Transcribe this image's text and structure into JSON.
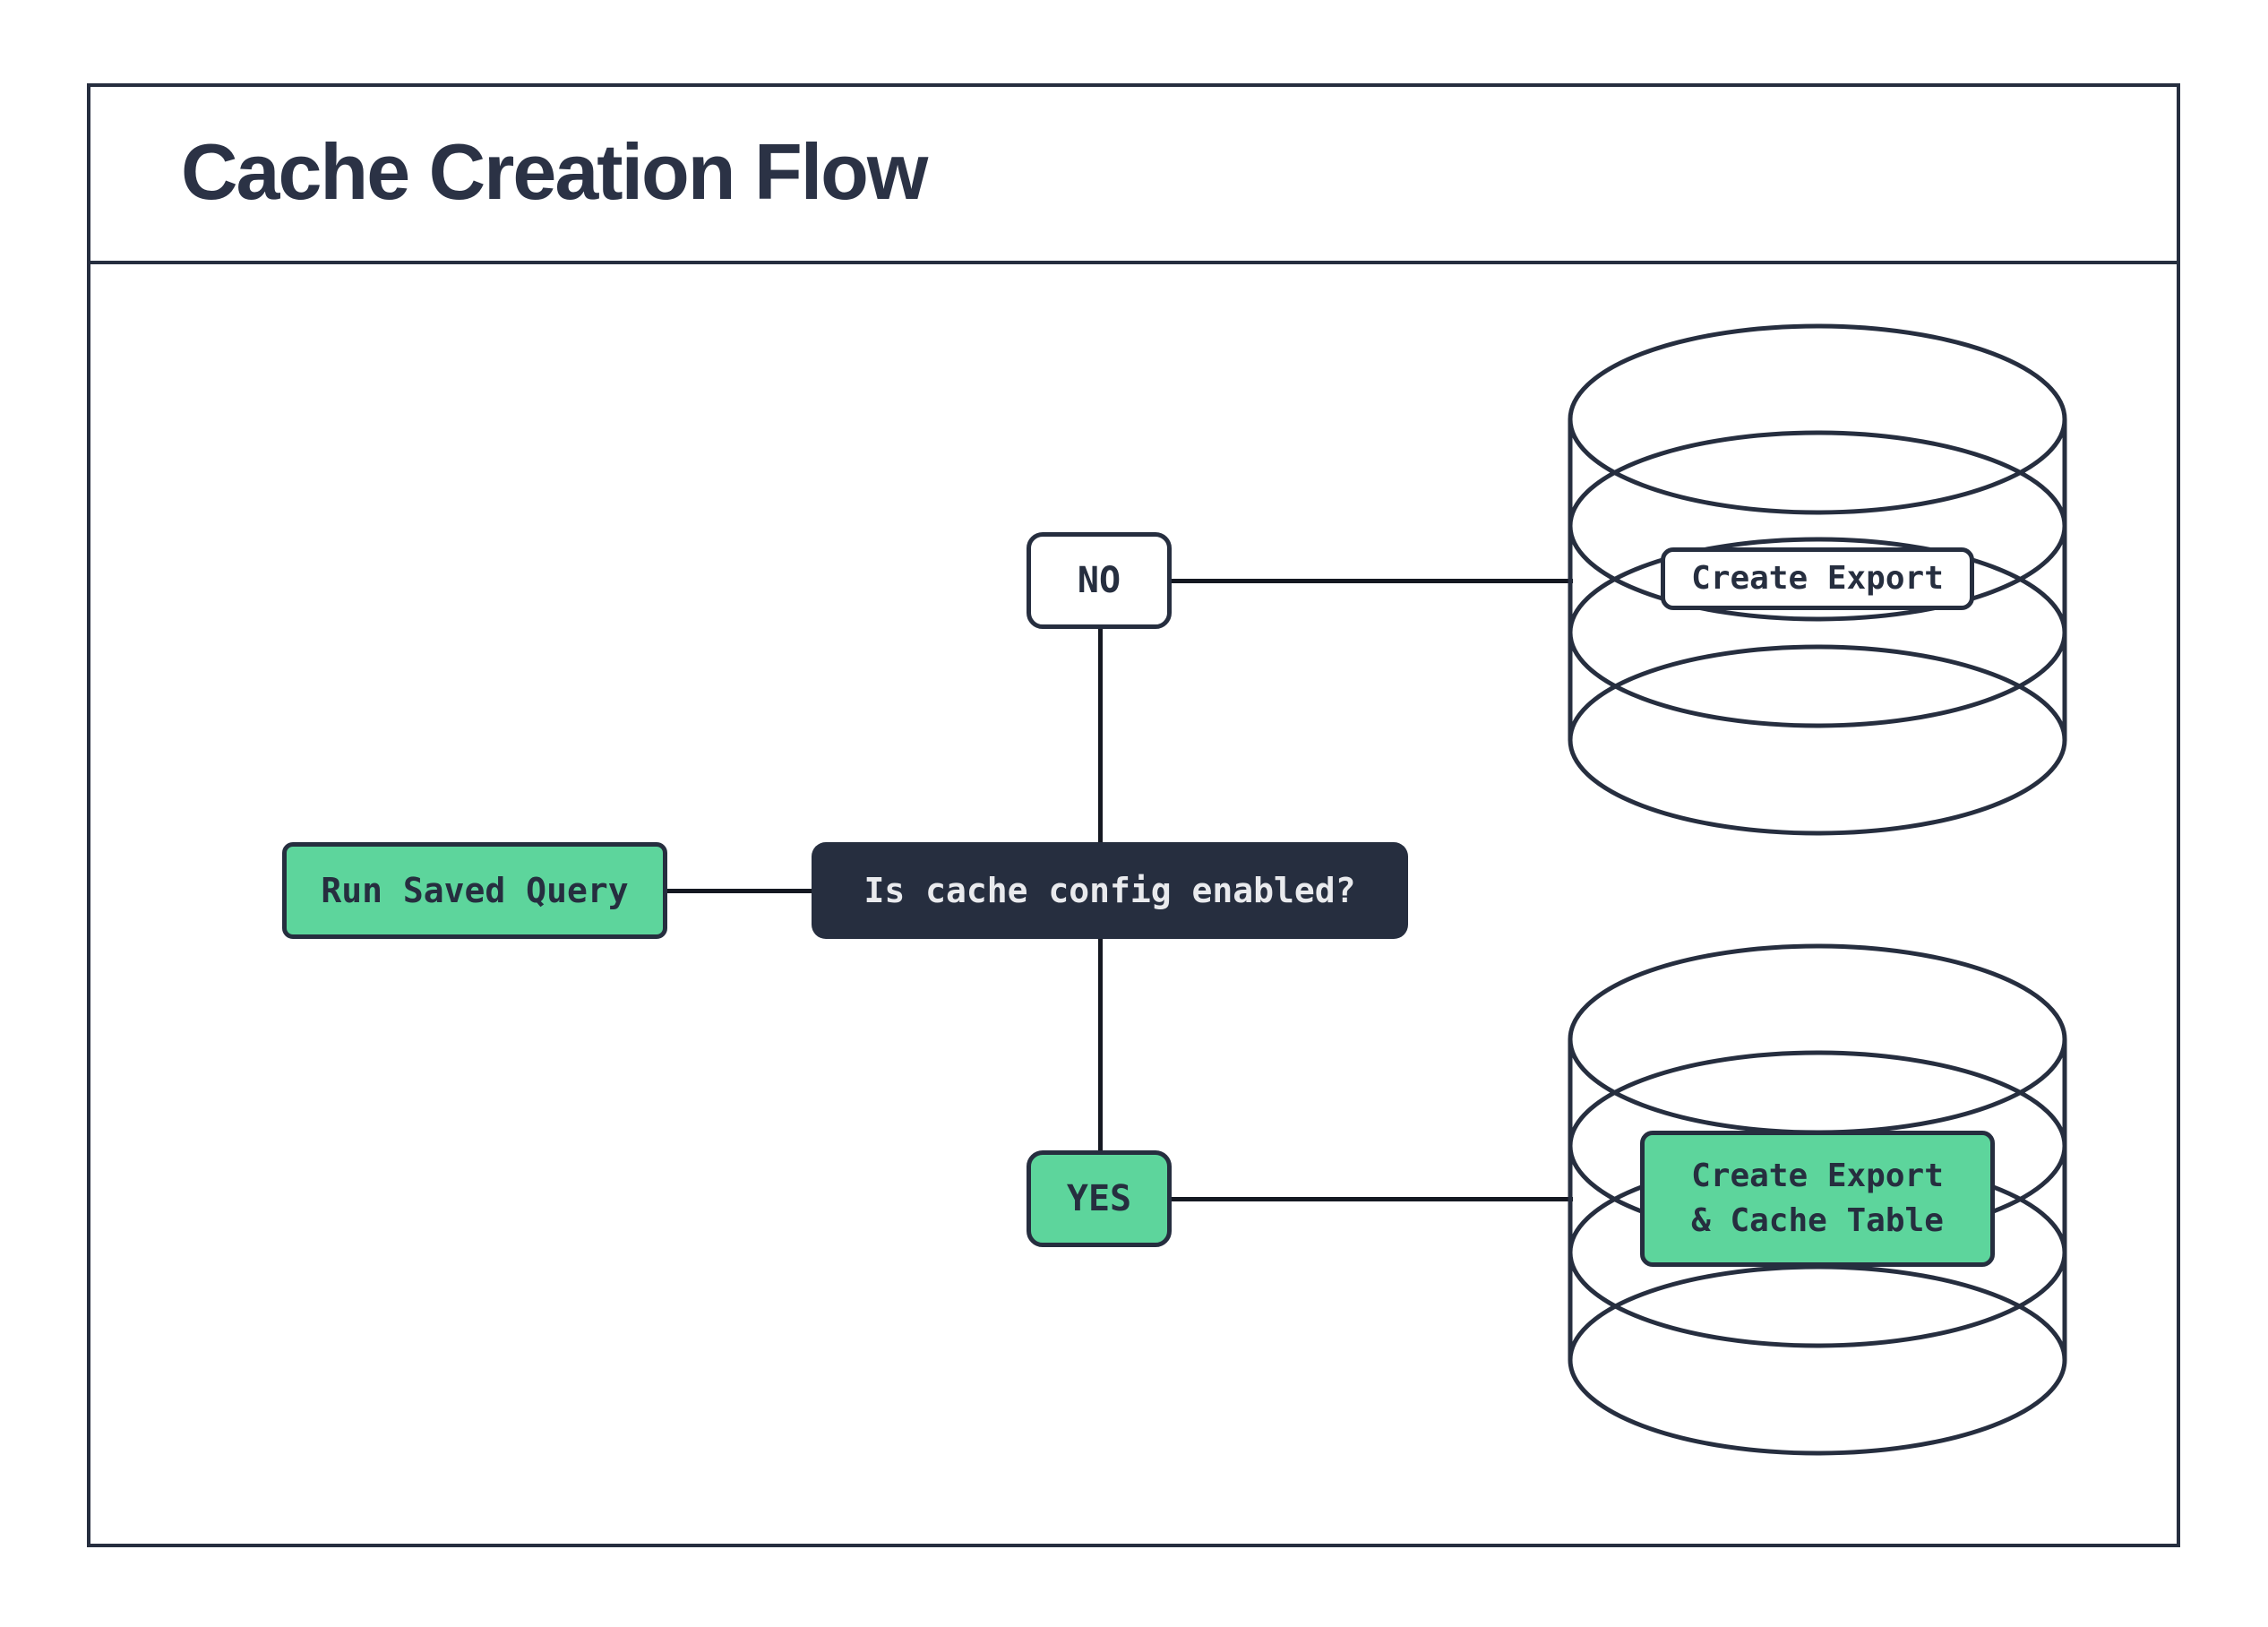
{
  "title": "Cache Creation Flow",
  "colors": {
    "ink_navy": "#262e3f",
    "title_text": "#2b3245",
    "connector_line": "#141821",
    "accent_green": "#5dd59c",
    "node_white": "#ffffff",
    "question_box_bg": "#262e3f",
    "question_box_text": "#e9eaed"
  },
  "nodes": {
    "run_saved_query": {
      "label": "Run Saved Query"
    },
    "question": {
      "label": "Is cache config enabled?"
    },
    "branch_no": {
      "label": "NO"
    },
    "branch_yes": {
      "label": "YES"
    },
    "database_top": {
      "label": "Create Export"
    },
    "database_bottom": {
      "label_line1": "Create Export",
      "label_line2": "& Cache Table"
    }
  }
}
